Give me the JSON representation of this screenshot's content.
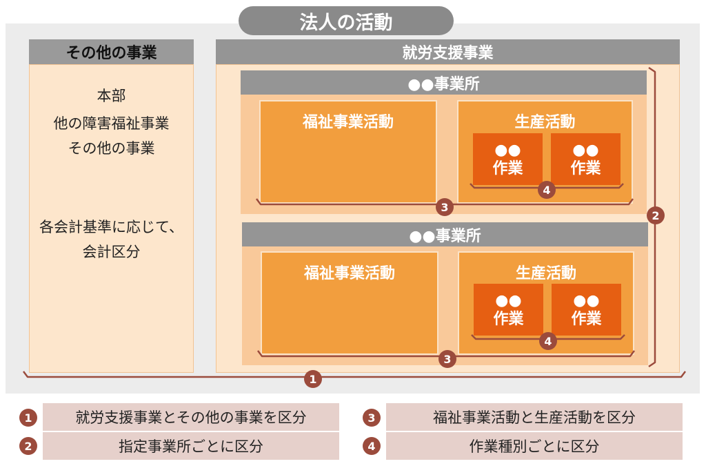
{
  "title": "法人の活動",
  "other_business": {
    "header": "その他の事業",
    "lines": [
      "本部",
      "他の障害福祉事業",
      "その他の事業"
    ],
    "note_lines": [
      "各会計基準に応じて、",
      "会計区分"
    ]
  },
  "employment_support": {
    "header": "就労支援事業",
    "offices": [
      {
        "name": "●●事業所",
        "welfare_activity": "福祉事業活動",
        "production_activity": "生産活動",
        "works": [
          {
            "dots": "●●",
            "label": "作業"
          },
          {
            "dots": "●●",
            "label": "作業"
          }
        ]
      },
      {
        "name": "●●事業所",
        "welfare_activity": "福祉事業活動",
        "production_activity": "生産活動",
        "works": [
          {
            "dots": "●●",
            "label": "作業"
          },
          {
            "dots": "●●",
            "label": "作業"
          }
        ]
      }
    ]
  },
  "markers": {
    "m1": "1",
    "m2": "2",
    "m3": "3",
    "m4": "4"
  },
  "legend": [
    {
      "num": "1",
      "text": "就労支援事業とその他の事業を区分"
    },
    {
      "num": "2",
      "text": "指定事業所ごとに区分"
    },
    {
      "num": "3",
      "text": "福祉事業活動と生産活動を区分"
    },
    {
      "num": "4",
      "text": "作業種別ごとに区分"
    }
  ],
  "colors": {
    "grey_header": "#959595",
    "light_peach": "#fde6cc",
    "mid_peach": "#f9c99a",
    "orange": "#f29e3e",
    "dark_orange": "#e65f12",
    "bracket_brown": "#9b4b3c",
    "legend_bg": "#e6d0cb"
  }
}
